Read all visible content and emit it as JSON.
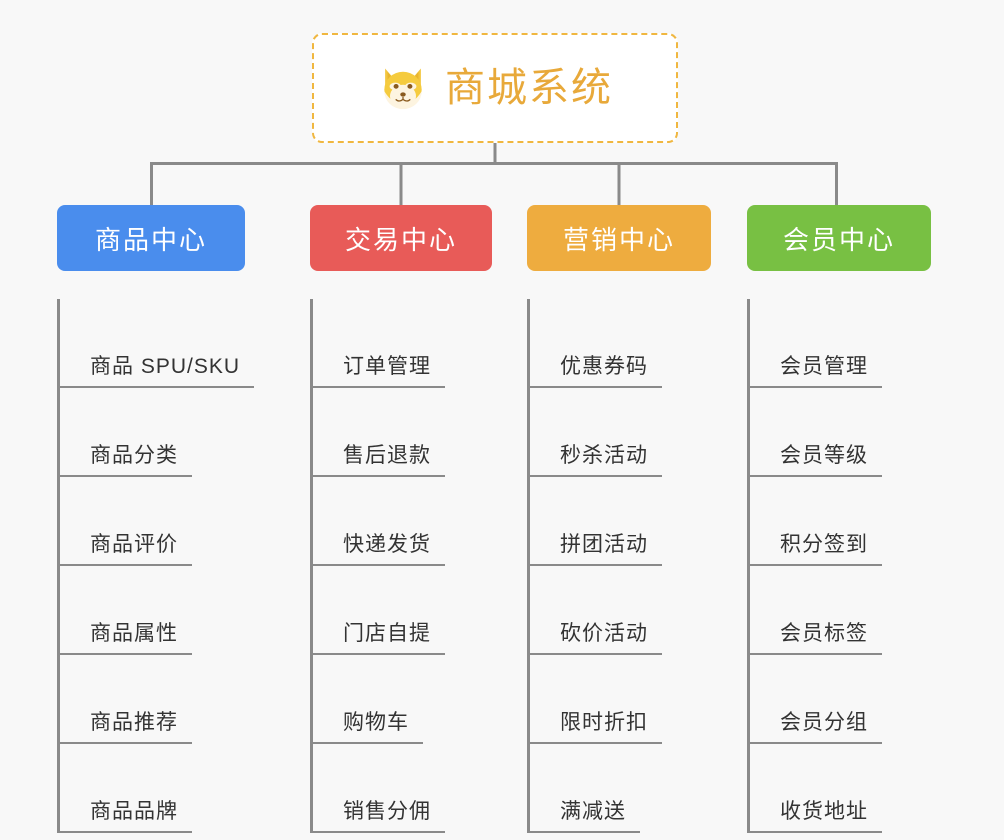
{
  "diagram": {
    "title": "商城系统",
    "root": {
      "label": "商城系统",
      "icon": "shiba-dog-icon",
      "border_color": "#f0b740",
      "text_color": "#e8a93a",
      "background": "#ffffff"
    },
    "connector_color": "#8a8a8a",
    "canvas_background": "#f8f8f8",
    "branches": [
      {
        "label": "商品中心",
        "color": "#4a8ded",
        "items": [
          "商品 SPU/SKU",
          "商品分类",
          "商品评价",
          "商品属性",
          "商品推荐",
          "商品品牌"
        ]
      },
      {
        "label": "交易中心",
        "color": "#e85b58",
        "items": [
          "订单管理",
          "售后退款",
          "快递发货",
          "门店自提",
          "购物车",
          "销售分佣"
        ]
      },
      {
        "label": "营销中心",
        "color": "#eeac3f",
        "items": [
          "优惠券码",
          "秒杀活动",
          "拼团活动",
          "砍价活动",
          "限时折扣",
          "满减送"
        ]
      },
      {
        "label": "会员中心",
        "color": "#78c043",
        "items": [
          "会员管理",
          "会员等级",
          "积分签到",
          "会员标签",
          "会员分组",
          "收货地址"
        ]
      }
    ]
  }
}
